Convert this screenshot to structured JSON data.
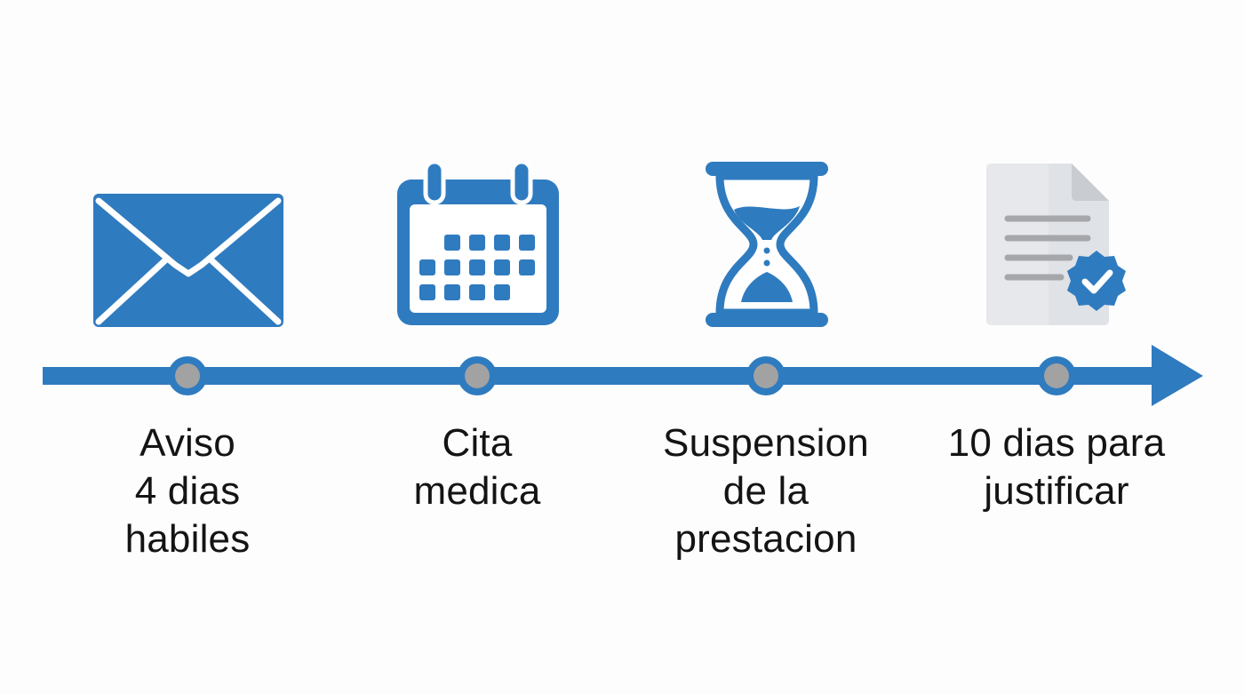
{
  "colors": {
    "primary": "#2f7bbf",
    "node_fill": "#a2a2a2",
    "doc_paper": "#e6e8eb",
    "doc_fold": "#c9ccd1",
    "doc_lines": "#a5a7aa",
    "text": "#141414"
  },
  "steps": [
    {
      "icon": "envelope-icon",
      "lines": [
        "Aviso",
        "4 dias",
        "habiles"
      ]
    },
    {
      "icon": "calendar-icon",
      "lines": [
        "Cita",
        "medica"
      ]
    },
    {
      "icon": "hourglass-icon",
      "lines": [
        "Suspension",
        "de la",
        "prestacion"
      ]
    },
    {
      "icon": "certified-document-icon",
      "lines": [
        "10 dias para",
        "justificar"
      ]
    }
  ]
}
